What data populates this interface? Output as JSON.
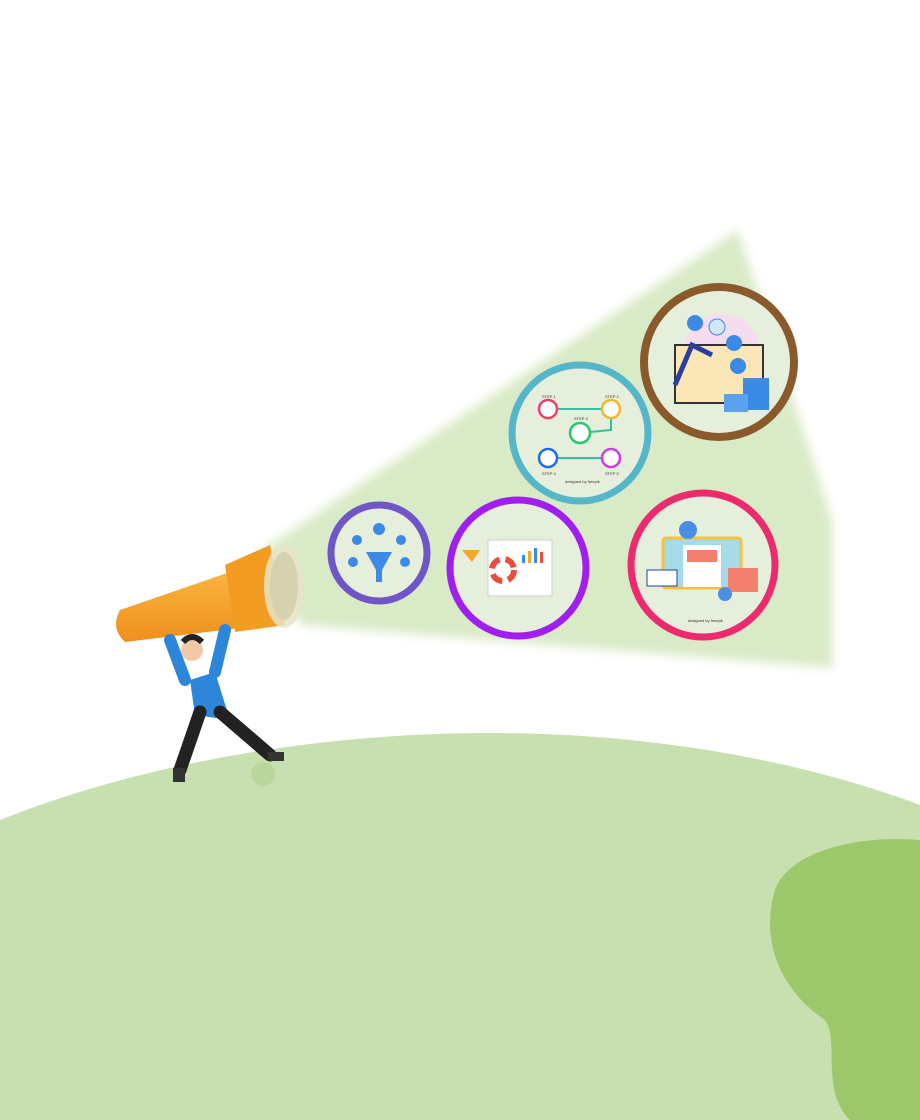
{
  "colors": {
    "beam": "#d9eac6",
    "hill": "#c8dfb0",
    "blob": "#9cc76a",
    "telescope": "#f7a52b",
    "ring_funnel": "#6f55c8",
    "ring_dashboard": "#a01ff0",
    "ring_web": "#ee2a6f",
    "ring_steps": "#56b6c9",
    "ring_analytics": "#8a5a2c"
  },
  "steps_infographic": {
    "steps": [
      "STEP 1",
      "STEP 2",
      "STEP 3",
      "STEP 4",
      "STEP 5"
    ],
    "credit": "designed by freepik"
  },
  "web_illustration": {
    "credit": "designed by freepik"
  }
}
